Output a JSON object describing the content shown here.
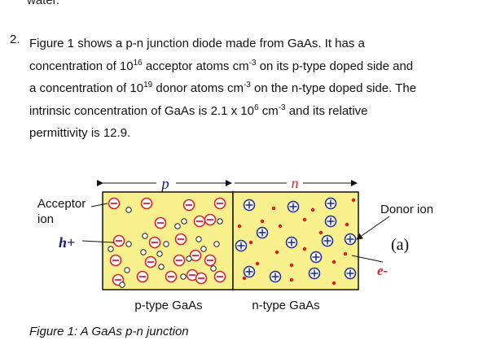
{
  "top_fragment": "water.",
  "question": {
    "number": "2.",
    "line1": "Figure 1 shows a p-n junction diode made from GaAs. It has a",
    "line2_a": "concentration of 10",
    "line2_exp": "16",
    "line2_b": " acceptor atoms cm",
    "line2_exp2": "-3",
    "line2_c": " on its p-type doped side and",
    "line3_a": "a concentration of 10",
    "line3_exp": "19",
    "line3_b": " donor atoms cm",
    "line3_exp2": "-3",
    "line3_c": " on the n-type doped side. The",
    "line4_a": "intrinsic concentration of GaAs is 2.1 x 10",
    "line4_exp": "6",
    "line4_b": " cm",
    "line4_exp2": "-3",
    "line4_c": " and its relative",
    "line5": "permittivity is 12.9."
  },
  "figure": {
    "p_label": "p",
    "n_label": "n",
    "acceptor_label_1": "Acceptor",
    "acceptor_label_2": "ion",
    "hole_label": "h+",
    "donor_label": "Donor ion",
    "part_label": "(a)",
    "electron_label": "e-",
    "p_type_label": "p-type GaAs",
    "n_type_label": "n-type GaAs",
    "caption": "Figure 1: A GaAs p-n junction",
    "colors": {
      "region_fill": "#f8f08c",
      "ion_red": "#e0202c",
      "ion_blue": "#1c2a8e",
      "electron_dot": "#e01818",
      "label_blue": "#1a1a8c"
    }
  }
}
